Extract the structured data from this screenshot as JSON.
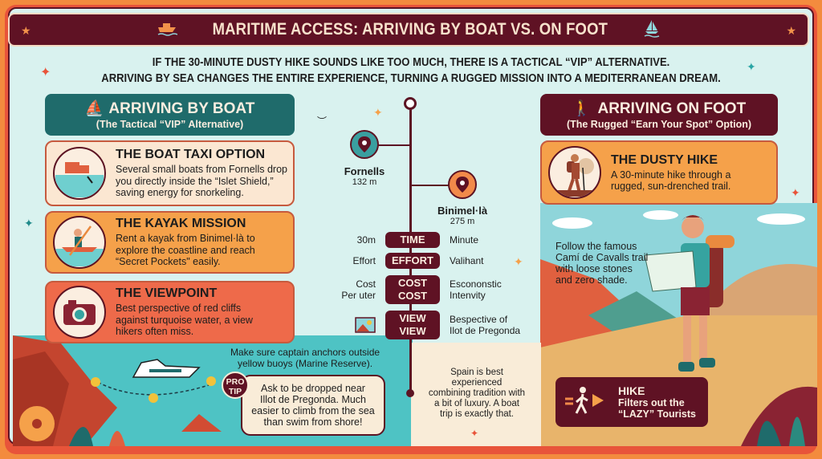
{
  "header": {
    "title": "MARITIME ACCESS: ARRIVING BY BOAT VS. ON FOOT",
    "left_icon": "motorboat-icon",
    "right_icon": "sailboat-icon"
  },
  "intro": {
    "line1": "IF THE 30-MINUTE DUSTY HIKE SOUNDS LIKE TOO MUCH, THERE IS A TACTICAL “VIP” ALTERNATIVE.",
    "line2": "ARRIVING BY SEA CHANGES THE ENTIRE EXPERIENCE, TURNING A RUGGED MISSION INTO A MEDITERRANEAN DREAM."
  },
  "boat": {
    "title": "ARRIVING BY BOAT",
    "subtitle": "(The Tactical “VIP” Alternative)",
    "cards": [
      {
        "title": "THE BOAT TAXI OPTION",
        "lines": [
          "Several small boats from Fornells drop",
          "you directly inside the “Islet Shield,”",
          "saving energy for snorkeling."
        ],
        "icon": "boat-taxi-icon"
      },
      {
        "title": "THE KAYAK MISSION",
        "lines": [
          "Rent a kayak from Binimel·là to",
          "explore the coastline and reach",
          "“Secret Pockets\" easily."
        ],
        "icon": "kayak-icon"
      },
      {
        "title": "THE VIEWPOINT",
        "lines": [
          "Best perspective of red cliffs",
          "against turquoise water, a view",
          "hikers often miss."
        ],
        "icon": "camera-icon"
      }
    ],
    "anchor_note": [
      "Make sure captain anchors outside",
      "yellow buoys (Marine Reserve)."
    ],
    "pro_tip": {
      "badge_line1": "PRO",
      "badge_line2": "TIP",
      "lines": [
        "Ask to be dropped near",
        "Illot de Pregonda. Much",
        "easier to climb from the sea",
        "than swim from shore!"
      ]
    }
  },
  "timeline": {
    "locations": [
      {
        "name": "Fornells",
        "elevation": "132 m"
      },
      {
        "name": "Binimel·là",
        "elevation": "275 m"
      }
    ],
    "comparison": [
      {
        "left": [
          "30m"
        ],
        "label": [
          "TIME"
        ],
        "right": [
          "Minute"
        ]
      },
      {
        "left": [
          "Effort"
        ],
        "label": [
          "EFFORT"
        ],
        "right": [
          "Valihant"
        ]
      },
      {
        "left": [
          "Cost",
          "Per uter"
        ],
        "label": [
          "COST",
          "COST"
        ],
        "right": [
          "Escononstic",
          "Intenvity"
        ]
      },
      {
        "left": [],
        "label": [
          "VIEW",
          "VIEW"
        ],
        "right": [
          "Bespective of",
          "Ilot de Pregonda"
        ]
      }
    ],
    "quote": [
      "Spain is best",
      "experienced",
      "combining tradition with",
      "a bit of luxury. A boat",
      "trip is exactly that."
    ]
  },
  "foot": {
    "title": "ARRIVING ON FOOT",
    "subtitle": "(The Rugged “Earn Your Spot” Option)",
    "card": {
      "title": "THE DUSTY HIKE",
      "lines": [
        "A 30-minute hike through a",
        "rugged, sun-drenched trail."
      ],
      "icon": "hiker-icon"
    },
    "trail_note": [
      "Follow the famous",
      "Camí de Cavalls trail",
      "with loose stones",
      "and zero shade."
    ],
    "hike_badge": {
      "title": "HIKE",
      "lines": [
        "Filters out the",
        "“LAZY” Tourists"
      ]
    }
  },
  "colors": {
    "maroon": "#5f1224",
    "teal": "#1f6b6b",
    "orange": "#f5a14a",
    "coral": "#ee6a4a",
    "cream": "#fbeee0",
    "mint_bg": "#d9f2ef",
    "sea": "#4ec3c4"
  }
}
